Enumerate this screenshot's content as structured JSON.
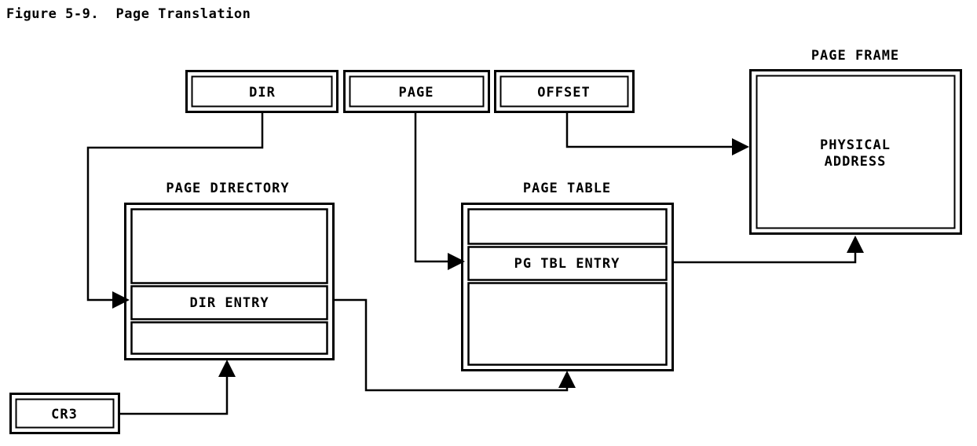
{
  "figure": {
    "title": "Figure 5-9.  Page Translation",
    "colors": {
      "ink": "#000000",
      "paper": "#ffffff"
    }
  },
  "linear_address": {
    "fields": [
      {
        "label": "DIR"
      },
      {
        "label": "PAGE"
      },
      {
        "label": "OFFSET"
      }
    ]
  },
  "page_directory": {
    "caption": "PAGE DIRECTORY",
    "cells": [
      {
        "label": ""
      },
      {
        "label": "DIR ENTRY"
      },
      {
        "label": ""
      }
    ]
  },
  "page_table": {
    "caption": "PAGE TABLE",
    "cells": [
      {
        "label": ""
      },
      {
        "label": "PG TBL ENTRY"
      },
      {
        "label": ""
      }
    ]
  },
  "page_frame": {
    "caption": "PAGE FRAME",
    "content_line1": "PHYSICAL",
    "content_line2": "ADDRESS"
  },
  "control_register": {
    "label": "CR3"
  },
  "connectors": [
    {
      "name": "dir-to-page-directory"
    },
    {
      "name": "page-to-page-table"
    },
    {
      "name": "offset-to-page-frame"
    },
    {
      "name": "dir-entry-to-page-table"
    },
    {
      "name": "pg-tbl-entry-to-page-frame"
    },
    {
      "name": "cr3-to-page-directory"
    }
  ]
}
